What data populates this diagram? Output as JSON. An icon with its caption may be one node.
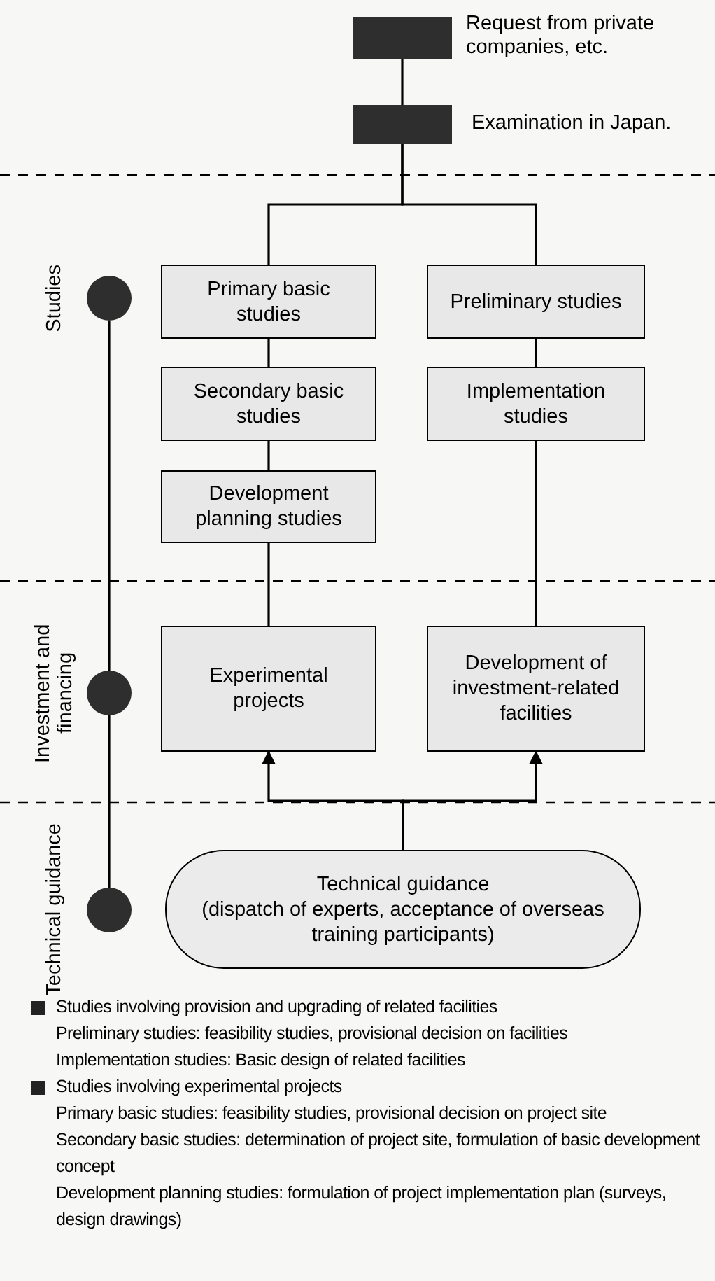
{
  "diagram": {
    "nodes": [
      {
        "text": [],
        "shape": "box",
        "beside": [
          "Request from private companies, etc."
        ]
      },
      {
        "text": [],
        "shape": "box",
        "beside": [
          "Examination in Japan."
        ]
      },
      {
        "text": [
          "Primary basic studies"
        ]
      },
      {
        "text": [
          "Secondary basic studies"
        ]
      },
      {
        "text": [
          "Development planning studies"
        ]
      },
      {
        "text": [
          "Preliminary studies"
        ]
      },
      {
        "text": [
          "Implementation studies"
        ]
      },
      {
        "text": [
          "Experimental projects"
        ]
      },
      {
        "text": [
          "Development of investment-related facilities"
        ]
      },
      {
        "text": [
          "Technical guidance",
          "(dispatch of experts, acceptance of overseas training participants)"
        ]
      },
      {
        "text": [],
        "shape": "circle",
        "beside": [
          "Studies"
        ]
      },
      {
        "text": [],
        "shape": "circle",
        "beside": [
          "Investment and financing"
        ]
      },
      {
        "text": [],
        "shape": "circle",
        "beside": [
          "Technical guidance"
        ]
      }
    ],
    "edges": [
      {
        "from": 0,
        "to": 1,
        "arrow": "none"
      },
      {
        "from": 1,
        "to": 2,
        "arrow": "none"
      },
      {
        "from": 1,
        "to": 5,
        "arrow": "none"
      },
      {
        "from": 2,
        "to": 3,
        "arrow": "none"
      },
      {
        "from": 3,
        "to": 4,
        "arrow": "none"
      },
      {
        "from": 4,
        "to": 7,
        "arrow": "none"
      },
      {
        "from": 5,
        "to": 6,
        "arrow": "none"
      },
      {
        "from": 6,
        "to": 8,
        "arrow": "none"
      },
      {
        "from": 9,
        "to": 7,
        "arrow": "to"
      },
      {
        "from": 9,
        "to": 8,
        "arrow": "to"
      },
      {
        "from": 10,
        "to": 11,
        "arrow": "none"
      },
      {
        "from": 11,
        "to": 12,
        "arrow": "none"
      }
    ],
    "labels": [
      "Studies involving provision and upgrading of related facilities",
      "Preliminary studies: feasibility studies, provisional decision on facilities",
      "Implementation studies: Basic design of related facilities",
      "Studies involving experimental projects",
      "Primary basic studies: feasibility studies, provisional decision on project site",
      "Secondary basic studies: determination of project site, formulation of basic development concept",
      "Development planning studies: formulation of project implementation plan (surveys, design drawings)"
    ]
  }
}
